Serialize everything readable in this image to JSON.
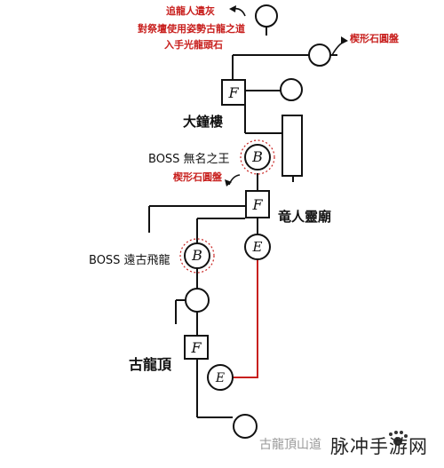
{
  "notes": {
    "top_line1": "追龍人遺灰",
    "top_line2": "對祭壇使用姿勢古龍之道",
    "top_line3": "入手光龍頭石",
    "stone_upper": "楔形石圓盤",
    "stone_lower": "楔形石圓盤"
  },
  "areas": {
    "bell_tower": "大鐘樓",
    "dragon_temple": "竜人靈廟",
    "peak": "古龍頂",
    "mountain_path": "古龍頂山道"
  },
  "bosses": {
    "nameless_king": "BOSS 無名之王",
    "ancient_wyvern": "BOSS 遠古飛龍"
  },
  "markers": {
    "fire": "F",
    "boss": "B",
    "exit": "E"
  },
  "watermark": "脉冲手游网",
  "colors": {
    "line": "#111111",
    "route": "#c8201e",
    "note": "#c8201e"
  }
}
